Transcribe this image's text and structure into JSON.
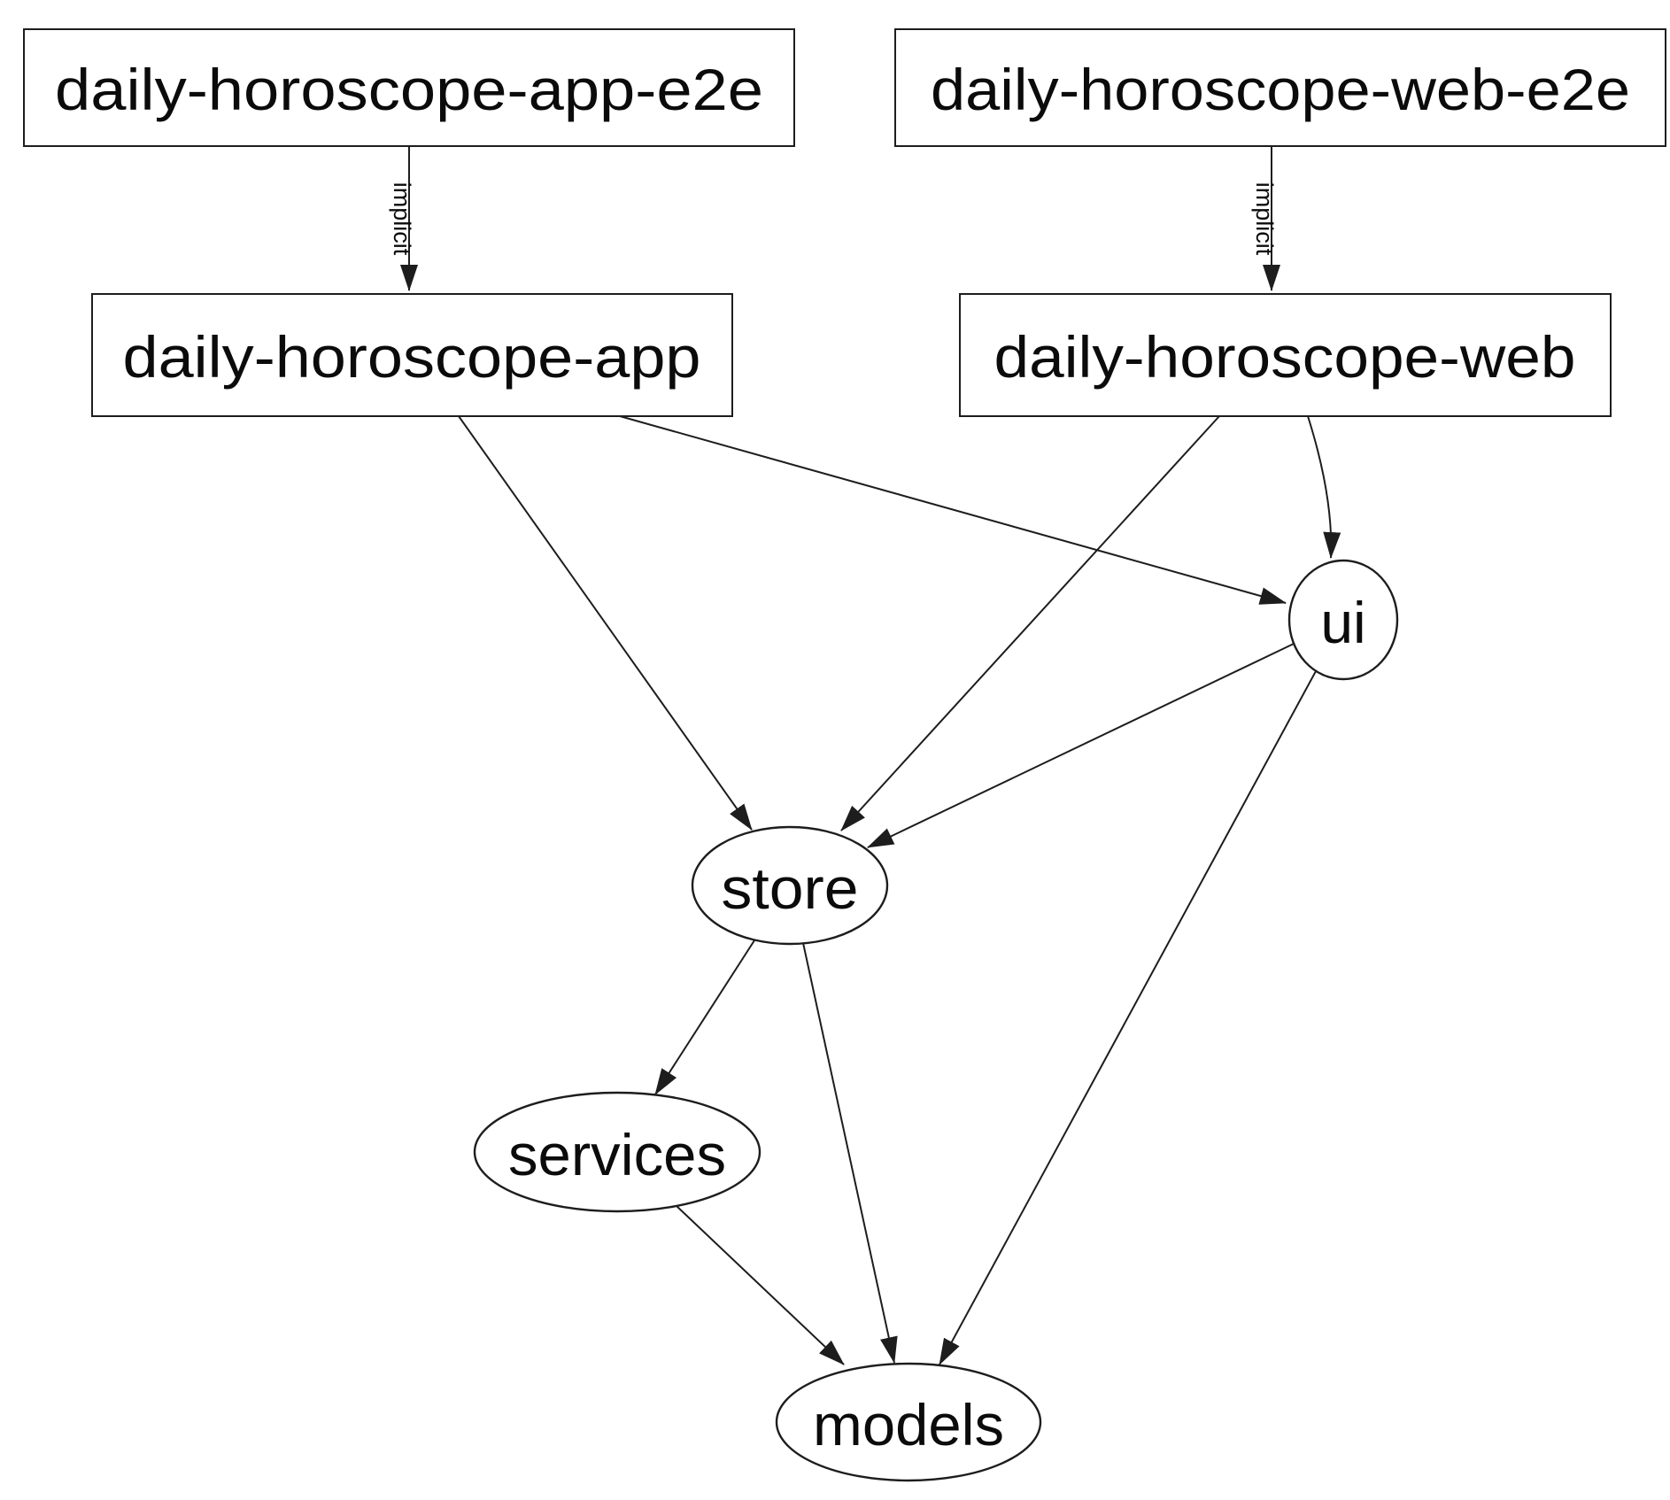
{
  "diagram": {
    "type": "dependency-graph",
    "background_color": "#ffffff",
    "stroke_color": "#1d1d1d",
    "text_color": "#0b0b0b",
    "nodes": [
      {
        "id": "daily-horoscope-app-e2e",
        "label": "daily-horoscope-app-e2e",
        "shape": "rect"
      },
      {
        "id": "daily-horoscope-web-e2e",
        "label": "daily-horoscope-web-e2e",
        "shape": "rect"
      },
      {
        "id": "daily-horoscope-app",
        "label": "daily-horoscope-app",
        "shape": "rect"
      },
      {
        "id": "daily-horoscope-web",
        "label": "daily-horoscope-web",
        "shape": "rect"
      },
      {
        "id": "ui",
        "label": "ui",
        "shape": "ellipse"
      },
      {
        "id": "store",
        "label": "store",
        "shape": "ellipse"
      },
      {
        "id": "services",
        "label": "services",
        "shape": "ellipse"
      },
      {
        "id": "models",
        "label": "models",
        "shape": "ellipse"
      }
    ],
    "edges": [
      {
        "from": "daily-horoscope-app-e2e",
        "to": "daily-horoscope-app",
        "label": "implicit"
      },
      {
        "from": "daily-horoscope-web-e2e",
        "to": "daily-horoscope-web",
        "label": "implicit"
      },
      {
        "from": "daily-horoscope-app",
        "to": "store",
        "label": ""
      },
      {
        "from": "daily-horoscope-app",
        "to": "ui",
        "label": ""
      },
      {
        "from": "daily-horoscope-web",
        "to": "store",
        "label": ""
      },
      {
        "from": "daily-horoscope-web",
        "to": "ui",
        "label": ""
      },
      {
        "from": "ui",
        "to": "store",
        "label": ""
      },
      {
        "from": "ui",
        "to": "models",
        "label": ""
      },
      {
        "from": "store",
        "to": "services",
        "label": ""
      },
      {
        "from": "store",
        "to": "models",
        "label": ""
      },
      {
        "from": "services",
        "to": "models",
        "label": ""
      }
    ]
  }
}
